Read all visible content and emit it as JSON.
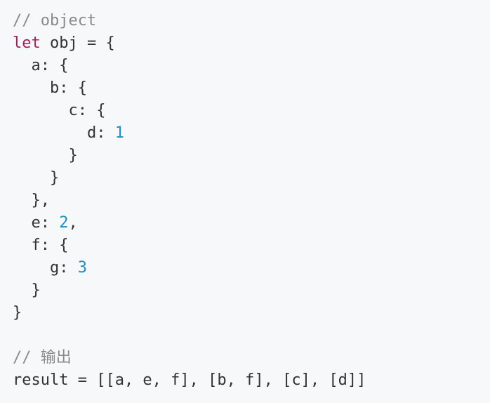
{
  "code": {
    "lines": [
      [
        {
          "t": "comment",
          "v": "// object"
        }
      ],
      [
        {
          "t": "keyword",
          "v": "let"
        },
        {
          "t": "text",
          "v": " obj = {"
        }
      ],
      [
        {
          "t": "text",
          "v": "  a: {"
        }
      ],
      [
        {
          "t": "text",
          "v": "    b: {"
        }
      ],
      [
        {
          "t": "text",
          "v": "      c: {"
        }
      ],
      [
        {
          "t": "text",
          "v": "        d: "
        },
        {
          "t": "number",
          "v": "1"
        }
      ],
      [
        {
          "t": "text",
          "v": "      }"
        }
      ],
      [
        {
          "t": "text",
          "v": "    }"
        }
      ],
      [
        {
          "t": "text",
          "v": "  },"
        }
      ],
      [
        {
          "t": "text",
          "v": "  e: "
        },
        {
          "t": "number",
          "v": "2"
        },
        {
          "t": "text",
          "v": ","
        }
      ],
      [
        {
          "t": "text",
          "v": "  f: {"
        }
      ],
      [
        {
          "t": "text",
          "v": "    g: "
        },
        {
          "t": "number",
          "v": "3"
        }
      ],
      [
        {
          "t": "text",
          "v": "  }"
        }
      ],
      [
        {
          "t": "text",
          "v": "}"
        }
      ],
      [],
      [
        {
          "t": "comment",
          "v": "// 输出"
        }
      ],
      [
        {
          "t": "text",
          "v": "result = [[a, e, f], [b, f], [c], [d]]"
        }
      ]
    ]
  },
  "colors": {
    "background": "#f6f8fa",
    "comment": "#8a8a8a",
    "keyword": "#a71d5d",
    "number": "#1b8fc7",
    "text": "#333333"
  }
}
